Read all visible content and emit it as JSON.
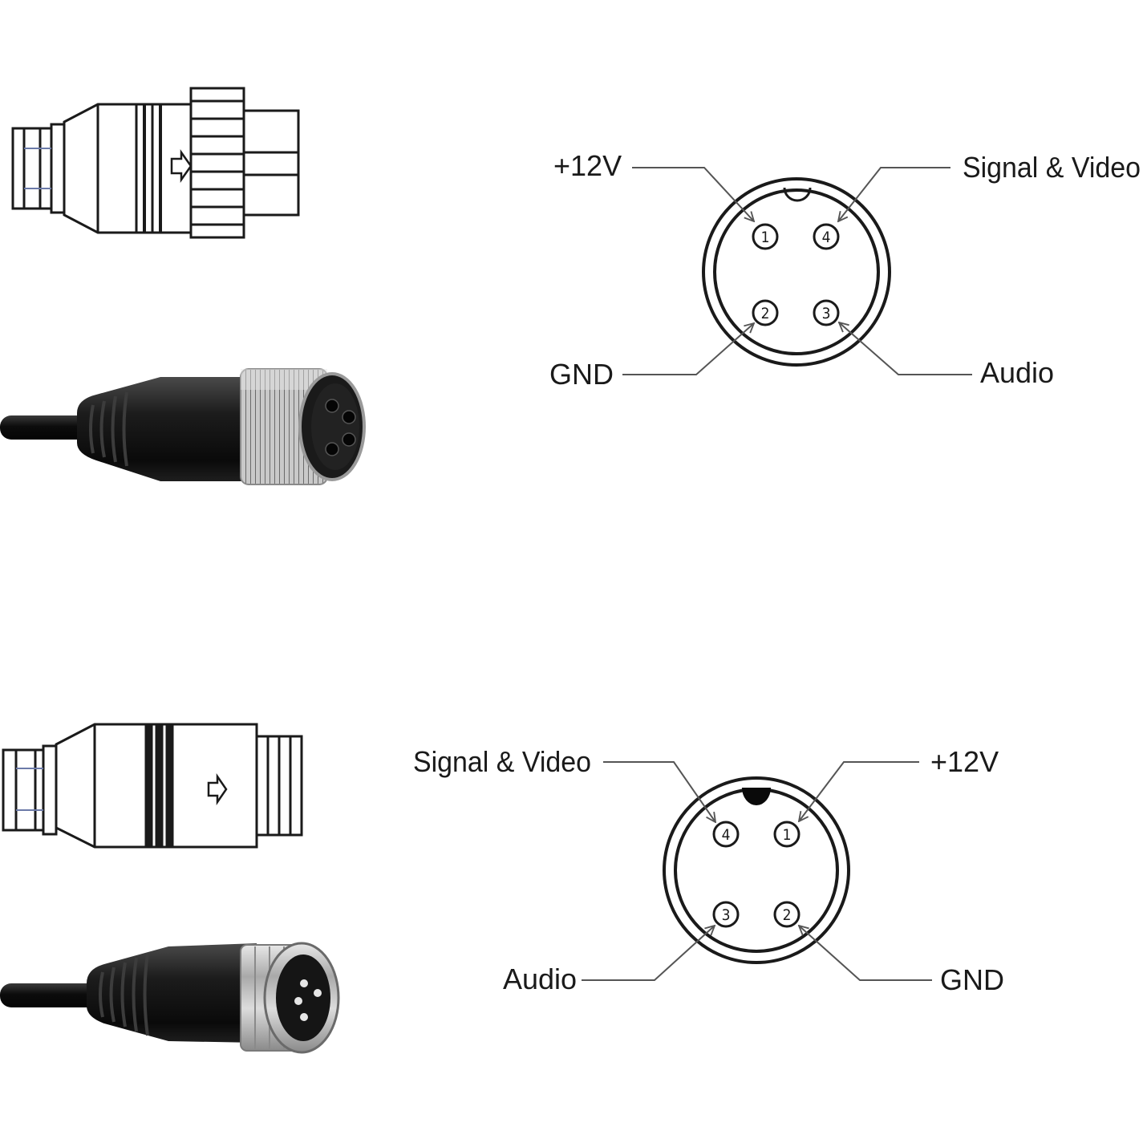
{
  "female_pinout": {
    "pins": [
      {
        "number": "1",
        "label": "+12V"
      },
      {
        "number": "4",
        "label": "Signal & Video"
      },
      {
        "number": "2",
        "label": "GND"
      },
      {
        "number": "3",
        "label": "Audio"
      }
    ]
  },
  "male_pinout": {
    "pins": [
      {
        "number": "4",
        "label": "Signal & Video"
      },
      {
        "number": "1",
        "label": "+12V"
      },
      {
        "number": "3",
        "label": "Audio"
      },
      {
        "number": "2",
        "label": "GND"
      }
    ]
  },
  "colors": {
    "line": "#1a1a1a",
    "arrow": "#555555",
    "cable": "#111111",
    "metal": "#b9b9b9"
  }
}
